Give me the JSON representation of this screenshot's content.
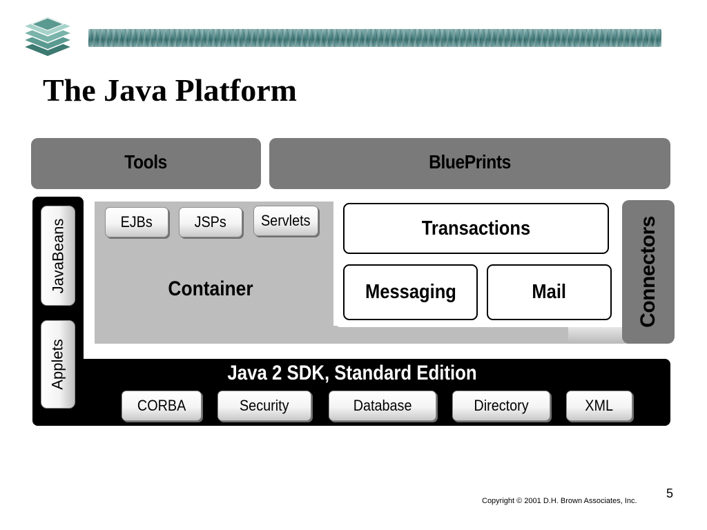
{
  "slide": {
    "title": "The Java Platform",
    "page_number": "5",
    "copyright": "Copyright © 2001 D.H. Brown Associates, Inc."
  },
  "diagram": {
    "top_blocks": [
      "Tools",
      "BluePrints"
    ],
    "side_pills": [
      "JavaBeans",
      "Applets"
    ],
    "container": {
      "label": "Container",
      "components": [
        "EJBs",
        "JSPs",
        "Servlets"
      ]
    },
    "services": {
      "transactions": "Transactions",
      "messaging": "Messaging",
      "mail": "Mail"
    },
    "connectors": "Connectors",
    "sdk": {
      "label": "Java 2 SDK, Standard Edition",
      "apis": [
        "CORBA",
        "Security",
        "Database",
        "Directory",
        "XML"
      ]
    }
  },
  "colors": {
    "banner": "#4f8585",
    "block_gray": "#7a7a7a",
    "container_gray": "#bdbdbd",
    "sdk_black": "#000000"
  }
}
